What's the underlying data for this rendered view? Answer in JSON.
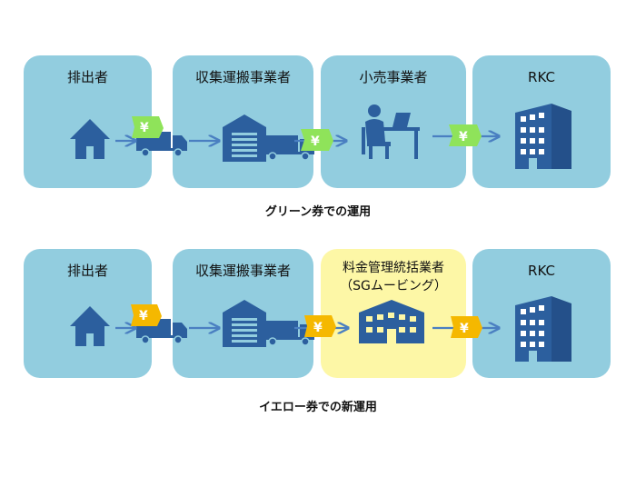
{
  "row1": {
    "boxes": [
      {
        "title": "排出者"
      },
      {
        "title": "収集運搬事業者"
      },
      {
        "title": "小売事業者"
      },
      {
        "title": "RKC"
      }
    ],
    "caption": "グリーン券での運用",
    "voucher_color": "#8fe35a"
  },
  "row2": {
    "boxes": [
      {
        "title": "排出者"
      },
      {
        "title": "収集運搬事業者"
      },
      {
        "title_line1": "料金管理統括業者",
        "title_line2": "（SGムービング）"
      },
      {
        "title": "RKC"
      }
    ],
    "caption": "イエロー券での新運用",
    "voucher_color": "#f5b800"
  },
  "voucher_symbol": "¥",
  "colors": {
    "box": "#92cddf",
    "highlight_box": "#fdf7a6",
    "icon": "#2c5f9e",
    "arrow": "#4a7fc1"
  }
}
